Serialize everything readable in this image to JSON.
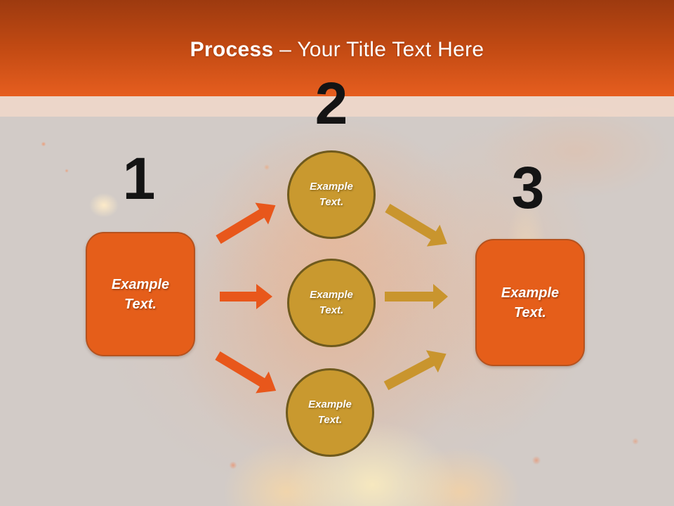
{
  "slide": {
    "header": {
      "title_bold": "Process",
      "title_rest": "– Your Title Text Here"
    },
    "steps": {
      "one": {
        "number": "1"
      },
      "two": {
        "number": "2"
      },
      "three": {
        "number": "3"
      }
    },
    "left_box": {
      "line1": "Example",
      "line2": "Text."
    },
    "right_box": {
      "line1": "Example",
      "line2": "Text."
    },
    "circles": {
      "top": {
        "line1": "Example",
        "line2": "Text."
      },
      "middle": {
        "line1": "Example",
        "line2": "Text."
      },
      "bottom": {
        "line1": "Example",
        "line2": "Text."
      }
    },
    "colors": {
      "header_gradient_top": "#9D3A0F",
      "header_gradient_bottom": "#E65E1F",
      "header_band_overlay": "rgba(255,223,203,0.58)",
      "background_base": "#D2CBC7",
      "box_fill": "#E55E1A",
      "box_border": "#B5521E",
      "circle_fill": "#C9992F",
      "circle_border": "#6F5A1D",
      "arrow_orange": "#E8571B",
      "arrow_gold": "#C9952E",
      "number_color": "#141414",
      "title_color": "#FFFFFF",
      "label_color": "#FFFFFF"
    }
  }
}
